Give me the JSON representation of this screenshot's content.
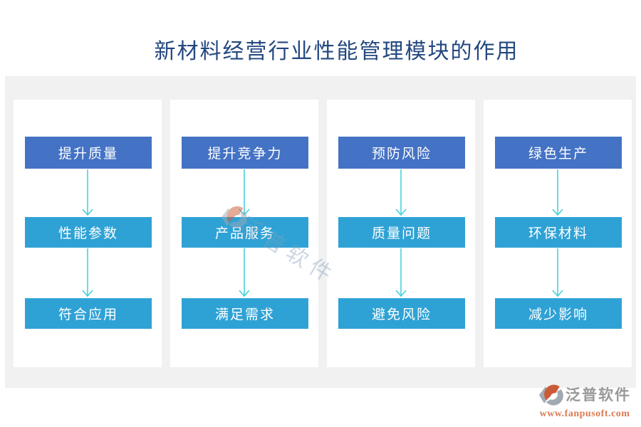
{
  "title": "新材料经营行业性能管理模块的作用",
  "columns": [
    {
      "steps": [
        "提升质量",
        "性能参数",
        "符合应用"
      ]
    },
    {
      "steps": [
        "提升竞争力",
        "产品服务",
        "满足需求"
      ]
    },
    {
      "steps": [
        "预防风险",
        "质量问题",
        "避免风险"
      ]
    },
    {
      "steps": [
        "绿色生产",
        "环保材料",
        "减少影响"
      ]
    }
  ],
  "watermark": {
    "text": "泛普软件"
  },
  "footer": {
    "brand": "泛普软件",
    "url": "www.fanpusoft.com"
  },
  "colors": {
    "title_text": "#23487f",
    "step_primary": "#4472c4",
    "step_secondary": "#2fa2d5",
    "arrow": "#48d1dc",
    "panel_background": "#f1f1f2",
    "card_background": "#ffffff",
    "brand_text": "#999999",
    "brand_url": "#dc7b52",
    "logo_gray": "#a0a9b4",
    "logo_orange": "#cb5a36"
  }
}
